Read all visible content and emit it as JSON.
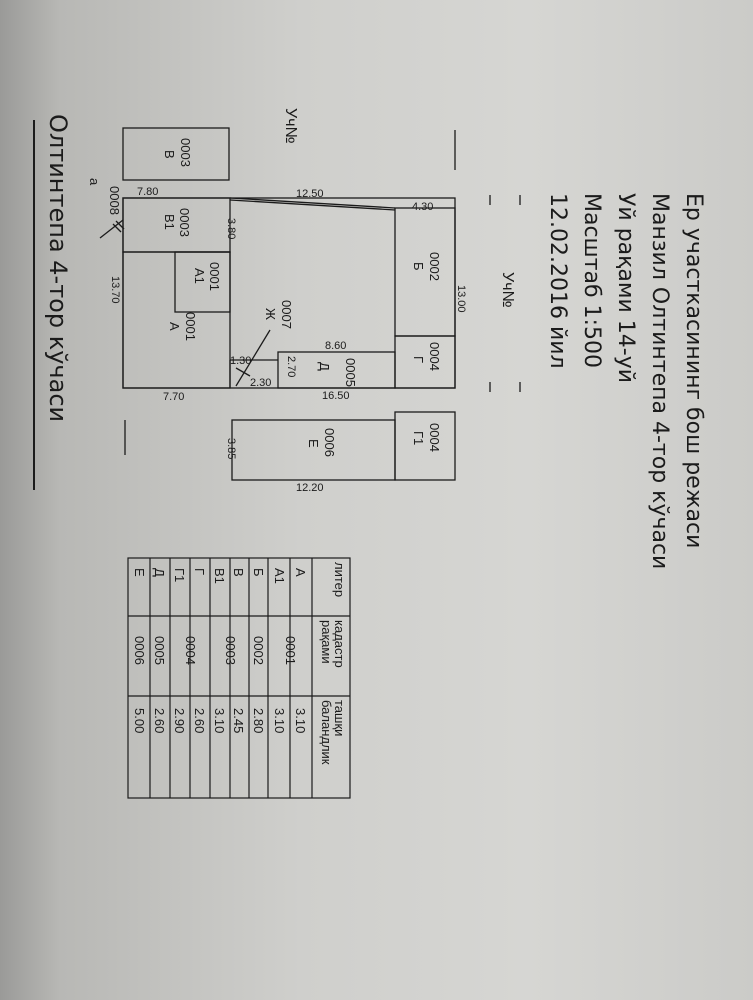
{
  "header": {
    "lines": [
      "Ер участкасининг бош режаси",
      "Манзил Олтинтепа 4-тор кўчаси",
      "Уй рақами 14-уй",
      "Масштаб 1:500",
      "12.02.2016 йил"
    ]
  },
  "plan": {
    "neighbor_labels": [
      "Уч№",
      "Уч№"
    ],
    "buildings": [
      {
        "code": "0002",
        "letter": "Б"
      },
      {
        "code": "0004",
        "letter": "Г"
      },
      {
        "code": "0004",
        "letter": "Г1"
      },
      {
        "code": "0006",
        "letter": "Е"
      },
      {
        "code": "0005",
        "letter": "Д"
      },
      {
        "code": "0007",
        "letter": "Ж"
      },
      {
        "code": "0001",
        "letter": "А"
      },
      {
        "code": "0001",
        "letter": "А1"
      },
      {
        "code": "0003",
        "letter": "В1"
      },
      {
        "code": "0003",
        "letter": "В"
      },
      {
        "code": "0008",
        "letter": "а"
      }
    ],
    "dimensions": [
      "7.80",
      "12.50",
      "4.30",
      "13.00",
      "3.80",
      "13.70",
      "8.60",
      "1.30",
      "2.70",
      "2.30",
      "16.50",
      "7.70",
      "3.85",
      "12.20"
    ]
  },
  "street": {
    "title": "Олтинтепа 4-тор кўчаси"
  },
  "table": {
    "headers": [
      "литер",
      "кадастр рақами",
      "ташқи баландлик"
    ],
    "rows": [
      [
        "А",
        "0001",
        "3.10"
      ],
      [
        "А1",
        "",
        "3.10"
      ],
      [
        "Б",
        "0002",
        "2.80"
      ],
      [
        "В",
        "",
        "2.45"
      ],
      [
        "В1",
        "0003",
        "3.10"
      ],
      [
        "Г",
        "",
        "2.60"
      ],
      [
        "Г1",
        "0004",
        "2.90"
      ],
      [
        "Д",
        "0005",
        "2.60"
      ],
      [
        "Е",
        "0006",
        "5.00"
      ]
    ]
  }
}
